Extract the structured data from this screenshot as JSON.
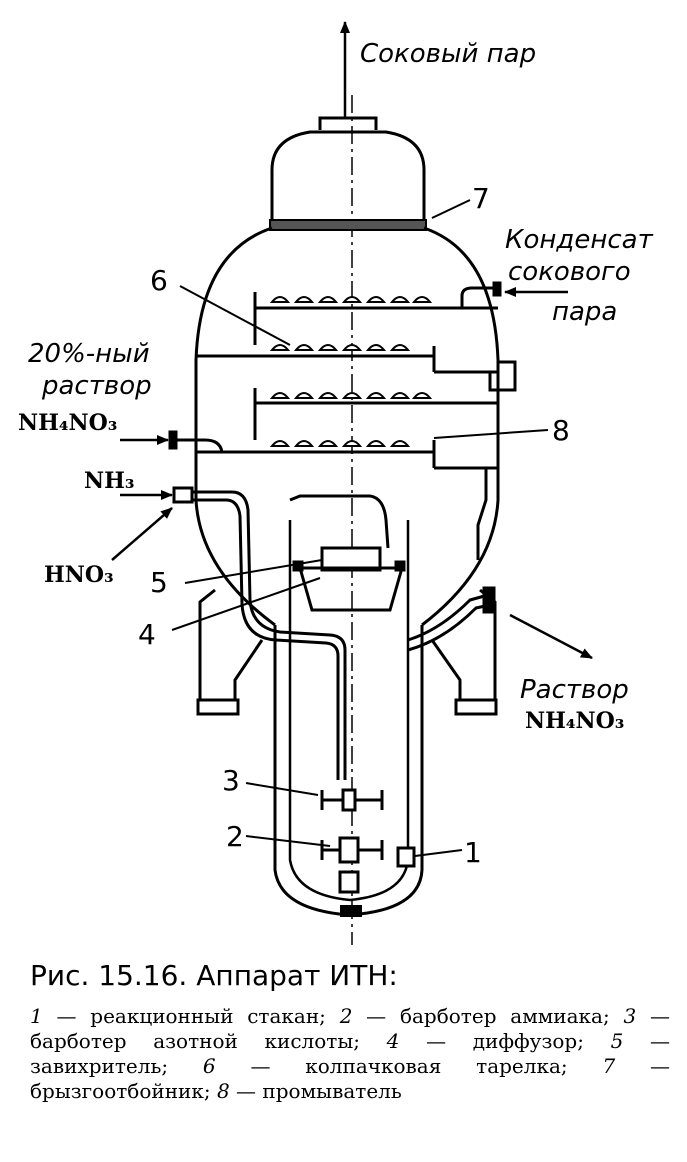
{
  "labels": {
    "top_vapor": "Соковый пар",
    "condensate_1": "Конденсат",
    "condensate_2": "сокового",
    "condensate_3": "пара",
    "solution20_1": "20%-ный",
    "solution20_2": "раствор",
    "nh4no3_in": "NH₄NO₃",
    "nh3": "NH₃",
    "hno3": "HNO₃",
    "out_1": "Раствор",
    "out_2": "NH₄NO₃"
  },
  "numbers": {
    "n1": "1",
    "n2": "2",
    "n3": "3",
    "n4": "4",
    "n5": "5",
    "n6": "6",
    "n7": "7",
    "n8": "8"
  },
  "caption": {
    "title": "Рис. 15.16. Аппарат ИТН:",
    "legend": [
      {
        "num": "1",
        "text": " — реакционный стакан; "
      },
      {
        "num": "2",
        "text": " — барботер аммиака; "
      },
      {
        "num": "3",
        "text": " — барботер азотной кислоты; "
      },
      {
        "num": "4",
        "text": " — диффузор; "
      },
      {
        "num": "5",
        "text": " — завихритель; "
      },
      {
        "num": "6",
        "text": " — колпачковая тарелка; "
      },
      {
        "num": "7",
        "text": " — брызгоотбойник; "
      },
      {
        "num": "8",
        "text": " — промыватель"
      }
    ]
  }
}
